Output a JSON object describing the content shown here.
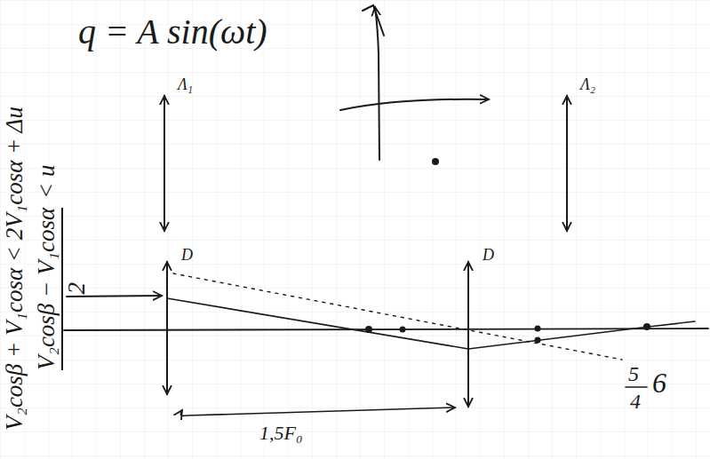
{
  "diagram": {
    "labels": [
      "q = A sin(ωt)",
      "Λ₁",
      "Λ₂",
      "D",
      "D",
      "1,5F₀",
      "V₂cosβ + V₁cosα < 2V₁cosα + Δu",
      "V₂cosβ − V₁cosα",
      "2",
      "< u",
      "5",
      "4",
      "6"
    ]
  }
}
